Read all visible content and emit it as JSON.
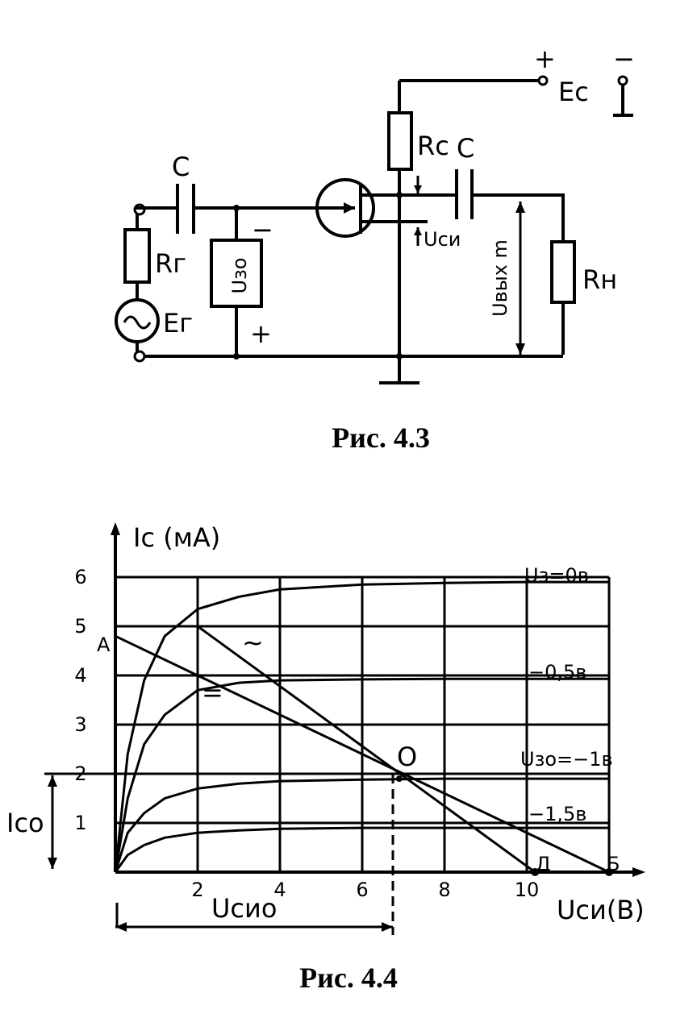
{
  "fig43": {
    "caption": "Рис. 4.3",
    "labels": {
      "plus_top": "+",
      "minus_top": "−",
      "Ec": "Eс",
      "Rc": "Rс",
      "C1": "C",
      "C2": "C",
      "Rg": "Rг",
      "Eg": "Eг",
      "Uzo": "Uзо",
      "Uzo_minus": "−",
      "Uzo_plus": "+",
      "Usi": "Uси",
      "Uout": "Uвых m",
      "Rn": "Rн"
    }
  },
  "fig44": {
    "caption": "Рис. 4.4",
    "chart_data": {
      "type": "line",
      "ylabel": "Iс (мА)",
      "xlabel": "Uси(В)",
      "xlim": [
        0,
        12
      ],
      "ylim": [
        0,
        6
      ],
      "xticks": [
        2,
        4,
        6,
        8,
        10
      ],
      "yticks": [
        1,
        2,
        3,
        4,
        5,
        6
      ],
      "series": [
        {
          "name": "Uз=0в",
          "x": [
            0,
            0.3,
            0.7,
            1.2,
            2,
            3,
            4,
            6,
            8,
            10,
            12
          ],
          "y": [
            0,
            2.4,
            3.9,
            4.8,
            5.35,
            5.6,
            5.75,
            5.85,
            5.88,
            5.9,
            5.9
          ]
        },
        {
          "name": "−0,5в",
          "x": [
            0,
            0.3,
            0.7,
            1.2,
            2,
            3,
            4,
            6,
            8,
            10,
            12
          ],
          "y": [
            0,
            1.5,
            2.6,
            3.2,
            3.7,
            3.85,
            3.9,
            3.92,
            3.93,
            3.93,
            3.93
          ]
        },
        {
          "name": "Uзо=−1в",
          "x": [
            0,
            0.3,
            0.7,
            1.2,
            2,
            3,
            4,
            6,
            8,
            10,
            12
          ],
          "y": [
            0,
            0.8,
            1.2,
            1.5,
            1.7,
            1.8,
            1.85,
            1.88,
            1.9,
            1.9,
            1.9
          ]
        },
        {
          "name": "−1,5в",
          "x": [
            0,
            0.3,
            0.7,
            1.2,
            2,
            3,
            4,
            6,
            8,
            10,
            12
          ],
          "y": [
            0,
            0.35,
            0.55,
            0.7,
            0.8,
            0.85,
            0.88,
            0.9,
            0.9,
            0.9,
            0.9
          ]
        }
      ],
      "load_lines": [
        {
          "name": "=",
          "x": [
            0,
            12
          ],
          "y": [
            4.8,
            0
          ]
        },
        {
          "name": "~",
          "x": [
            2,
            10.2
          ],
          "y": [
            5,
            0
          ]
        }
      ],
      "points": {
        "A": "А",
        "O": "О",
        "D": "Д",
        "B": "Б"
      },
      "annotations": {
        "Ico": "Iсо",
        "Usio": "Uсио"
      },
      "operating_point": {
        "x": 6.9,
        "y": 1.9
      }
    }
  }
}
